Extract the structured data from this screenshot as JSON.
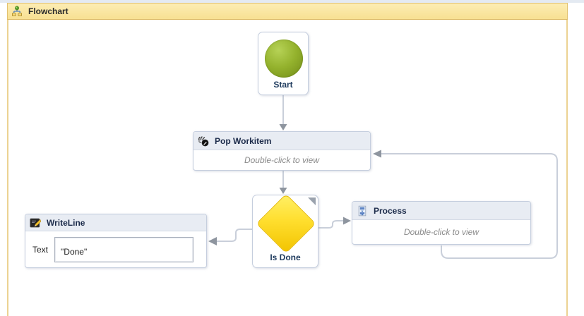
{
  "panel": {
    "title": "Flowchart",
    "icon": "flowchart-icon"
  },
  "nodes": {
    "start": {
      "label": "Start"
    },
    "pop_workitem": {
      "title": "Pop Workitem",
      "hint": "Double-click to view",
      "icon": "invoke-edit-icon"
    },
    "decision": {
      "label": "Is Done"
    },
    "process": {
      "title": "Process",
      "hint": "Double-click to view",
      "icon": "sequence-icon"
    },
    "writeline": {
      "title": "WriteLine",
      "icon": "writeline-pencil-icon",
      "text_label": "Text",
      "text_value": "\"Done\""
    }
  },
  "colors": {
    "panel_header_bg": "#f8e092",
    "panel_border": "#e2c271",
    "node_border": "#c5cede",
    "node_header_bg": "#e8ecf3",
    "connector": "#c9cfda",
    "arrowhead": "#8e959f",
    "start_green": "#8fae27",
    "decision_yellow": "#f6cb05",
    "hint_text": "#8a8a8a",
    "title_text": "#1c2b4a"
  }
}
